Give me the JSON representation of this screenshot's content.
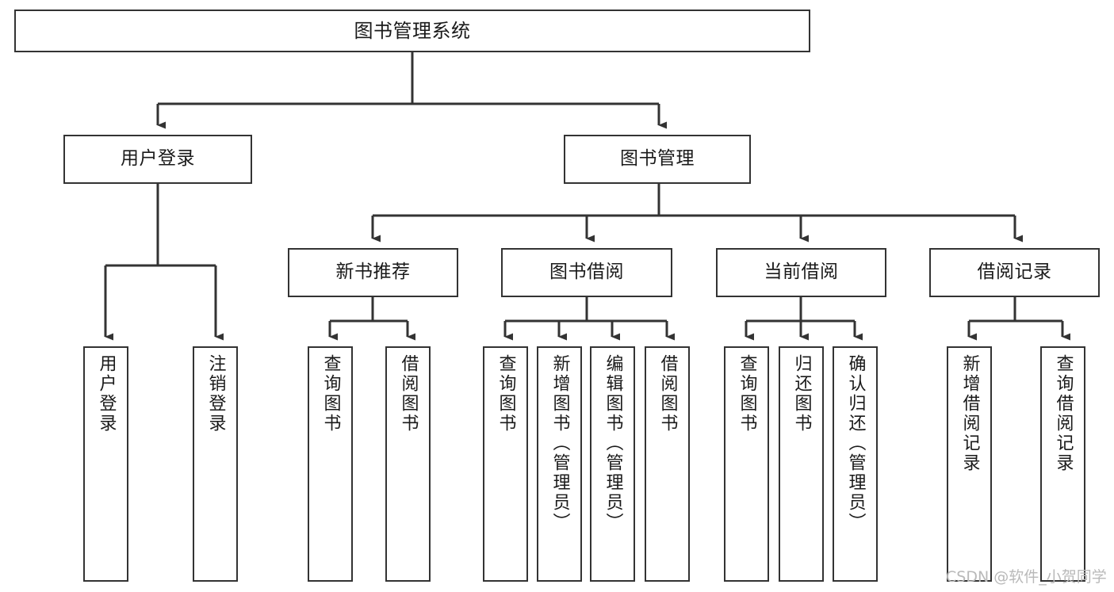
{
  "diagram": {
    "type": "tree-hierarchy",
    "orientation": "top-down",
    "title": "图书管理系统",
    "style": {
      "box_border_color": "#333333",
      "box_fill_color": "#ffffff",
      "connector_color": "#333333",
      "text_color": "#1a1a1a",
      "background": "#ffffff"
    },
    "levels": [
      {
        "level": 1,
        "nodes": [
          {
            "id": "root",
            "label": "图书管理系统",
            "orientation": "horizontal"
          }
        ]
      },
      {
        "level": 2,
        "nodes": [
          {
            "id": "user-login",
            "label": "用户登录",
            "orientation": "horizontal",
            "parent": "root"
          },
          {
            "id": "book-manage",
            "label": "图书管理",
            "orientation": "horizontal",
            "parent": "root"
          }
        ]
      },
      {
        "level": 3,
        "nodes": [
          {
            "id": "new-book-recommend",
            "label": "新书推荐",
            "orientation": "horizontal",
            "parent": "book-manage"
          },
          {
            "id": "book-borrow",
            "label": "图书借阅",
            "orientation": "horizontal",
            "parent": "book-manage"
          },
          {
            "id": "current-borrow",
            "label": "当前借阅",
            "orientation": "horizontal",
            "parent": "book-manage"
          },
          {
            "id": "borrow-record",
            "label": "借阅记录",
            "orientation": "horizontal",
            "parent": "book-manage"
          }
        ]
      },
      {
        "level": 4,
        "nodes": [
          {
            "id": "leaf-user-login",
            "label": "用户登录",
            "orientation": "vertical",
            "parent": "user-login"
          },
          {
            "id": "leaf-logout",
            "label": "注销登录",
            "orientation": "vertical",
            "parent": "user-login"
          },
          {
            "id": "leaf-query-book-1",
            "label": "查询图书",
            "orientation": "vertical",
            "parent": "new-book-recommend"
          },
          {
            "id": "leaf-borrow-book-1",
            "label": "借阅图书",
            "orientation": "vertical",
            "parent": "new-book-recommend"
          },
          {
            "id": "leaf-query-book-2",
            "label": "查询图书",
            "orientation": "vertical",
            "parent": "book-borrow"
          },
          {
            "id": "leaf-add-book",
            "label": "新增图书（管理员）",
            "orientation": "vertical",
            "parent": "book-borrow"
          },
          {
            "id": "leaf-edit-book",
            "label": "编辑图书（管理员）",
            "orientation": "vertical",
            "parent": "book-borrow"
          },
          {
            "id": "leaf-borrow-book-2",
            "label": "借阅图书",
            "orientation": "vertical",
            "parent": "book-borrow"
          },
          {
            "id": "leaf-query-book-3",
            "label": "查询图书",
            "orientation": "vertical",
            "parent": "current-borrow"
          },
          {
            "id": "leaf-return-book",
            "label": "归还图书",
            "orientation": "vertical",
            "parent": "current-borrow"
          },
          {
            "id": "leaf-confirm-return",
            "label": "确认归还（管理员）",
            "orientation": "vertical",
            "parent": "current-borrow"
          },
          {
            "id": "leaf-add-record",
            "label": "新增借阅记录",
            "orientation": "vertical",
            "parent": "borrow-record"
          },
          {
            "id": "leaf-query-record",
            "label": "查询借阅记录",
            "orientation": "vertical",
            "parent": "borrow-record"
          }
        ]
      }
    ]
  },
  "watermark": {
    "text": "CSDN @软件_小贺同学"
  }
}
